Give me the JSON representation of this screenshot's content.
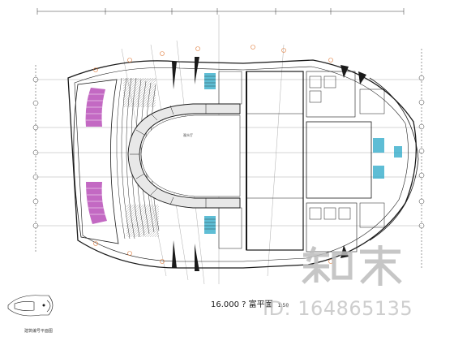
{
  "drawing": {
    "title": "16.000 ? 富平面",
    "scale": "1:50",
    "keyplan_label": "建筑编号平面图",
    "line_color": "#1a1a1a",
    "seat_color": "#b84fb8",
    "stair_color": "#29a8c7"
  },
  "watermark": {
    "brand": "知末",
    "id_text": "ID: 164865135",
    "color": "#bdbdbd"
  }
}
